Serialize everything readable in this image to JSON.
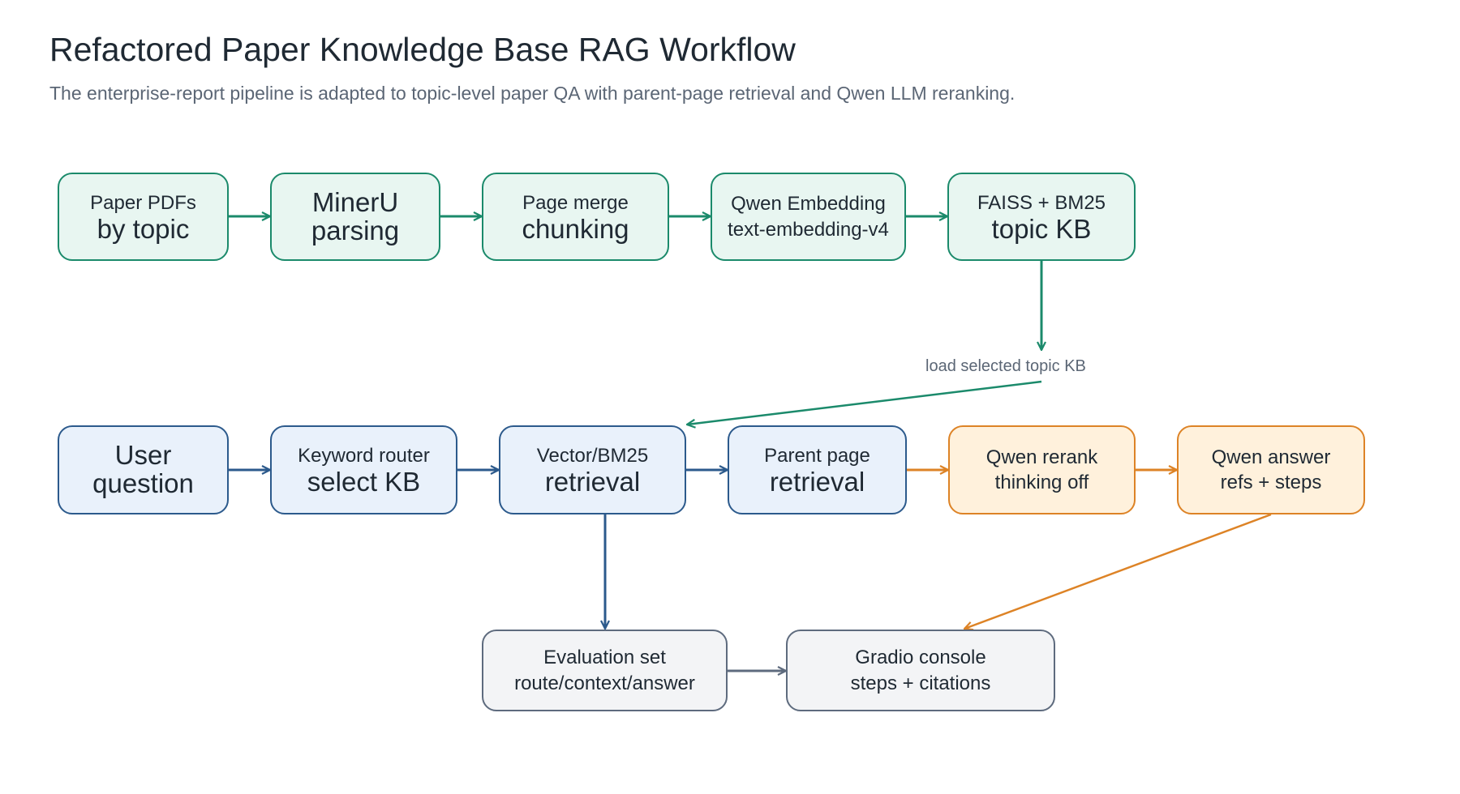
{
  "header": {
    "title": "Refactored Paper Knowledge Base RAG Workflow",
    "subtitle": "The enterprise-report pipeline is adapted to topic-level paper QA with parent-page retrieval and Qwen LLM reranking."
  },
  "colors": {
    "ingest_stroke": "#1b8a6b",
    "ingest_fill": "#e8f6f1",
    "query_stroke": "#2c5a8c",
    "query_fill": "#e9f1fb",
    "llm_stroke": "#dd8326",
    "llm_fill": "#fff1dc",
    "output_stroke": "#5e6b7e",
    "output_fill": "#f3f4f6"
  },
  "nodes": {
    "paper_pdfs": {
      "line1": "Paper PDFs",
      "line2": "by topic"
    },
    "mineru": {
      "line1": "MinerU",
      "line2": "parsing"
    },
    "page_merge": {
      "line1": "Page merge",
      "line2": "chunking"
    },
    "qwen_embedding": {
      "line1": "Qwen Embedding",
      "line2": "text-embedding-v4"
    },
    "faiss_bm25": {
      "line1": "FAISS + BM25",
      "line2": "topic KB"
    },
    "user_question": {
      "line1": "User",
      "line2": "question"
    },
    "keyword_router": {
      "line1": "Keyword router",
      "line2": "select KB"
    },
    "vector_retrieval": {
      "line1": "Vector/BM25",
      "line2": "retrieval"
    },
    "parent_page": {
      "line1": "Parent page",
      "line2": "retrieval"
    },
    "qwen_rerank": {
      "line1": "Qwen rerank",
      "line2": "thinking off"
    },
    "qwen_answer": {
      "line1": "Qwen answer",
      "line2": "refs + steps"
    },
    "evaluation_set": {
      "line1": "Evaluation set",
      "line2": "route/context/answer"
    },
    "gradio_console": {
      "line1": "Gradio console",
      "line2": "steps + citations"
    }
  },
  "edges": {
    "load_kb_label": "load selected topic KB"
  }
}
